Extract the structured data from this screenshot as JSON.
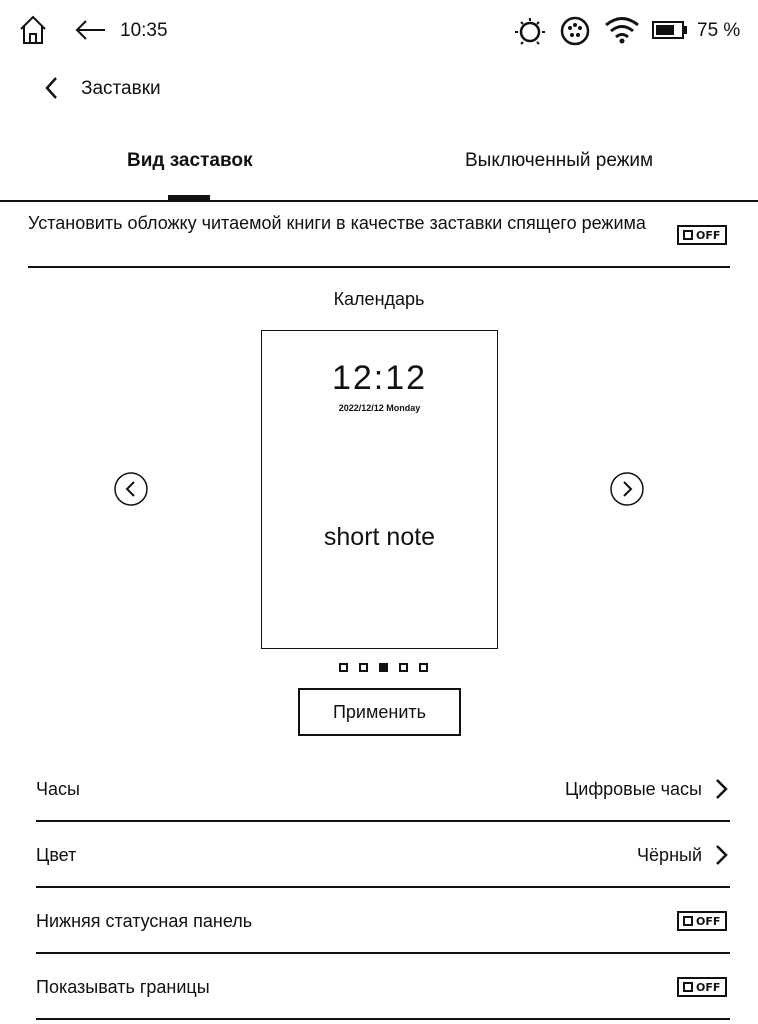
{
  "status_bar": {
    "time": "10:35",
    "battery_percent": "75 %",
    "icons": [
      "home-icon",
      "back-arrow-icon",
      "brightness-icon",
      "sync-icon",
      "wifi-icon",
      "battery-icon"
    ]
  },
  "header": {
    "title": "Заставки"
  },
  "tabs": [
    {
      "label": "Вид заставок",
      "active": true
    },
    {
      "label": "Выключенный режим",
      "active": false
    }
  ],
  "cover_setting": {
    "label": "Установить обложку читаемой книги в качестве заставки спящего режима",
    "toggle": "OFF"
  },
  "preview": {
    "title": "Календарь",
    "clock": "12:12",
    "date": "2022/12/12 Monday",
    "note": "short note",
    "page_count": 5,
    "active_page": 3
  },
  "apply_label": "Применить",
  "settings": {
    "clock": {
      "label": "Часы",
      "value": "Цифровые часы"
    },
    "color": {
      "label": "Цвет",
      "value": "Чёрный"
    },
    "status_panel": {
      "label": "Нижняя статусная панель",
      "toggle": "OFF"
    },
    "borders": {
      "label": "Показывать границы",
      "toggle": "OFF"
    }
  }
}
